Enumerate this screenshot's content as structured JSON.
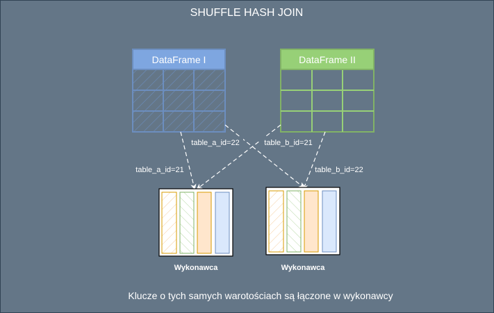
{
  "diagram": {
    "title": "SHUFFLE HASH JOIN",
    "caption": "Klucze o tych samych warotościach są łączone w wykonawcy",
    "dataframes": [
      {
        "title": "DataFrame I"
      },
      {
        "title": "DataFrame II"
      }
    ],
    "edges": [
      {
        "label": "table_a_id=22"
      },
      {
        "label": "table_b_id=21"
      },
      {
        "label": "table_a_id=21"
      },
      {
        "label": "table_b_id=22"
      }
    ],
    "executors": [
      {
        "label": "Wykonawca"
      },
      {
        "label": "Wykonawca"
      }
    ]
  },
  "colors": {
    "background": "#647687",
    "frame_stroke": "#314354",
    "df1_fill": "#7EA6E0",
    "df1_stroke": "#6C8EBF",
    "df2_fill": "#97D077",
    "df2_stroke": "#82B366",
    "text": "#FFFFFF",
    "executor_stroke": "#000000",
    "executor_fill": "#FFFFFF",
    "col_orange_stroke": "#D79B00",
    "col_orange_fill": "#FFE6CC",
    "col_green_stroke": "#82B366",
    "col_blue_stroke": "#6C8EBF",
    "col_blue_fill": "#DAE8FC"
  }
}
